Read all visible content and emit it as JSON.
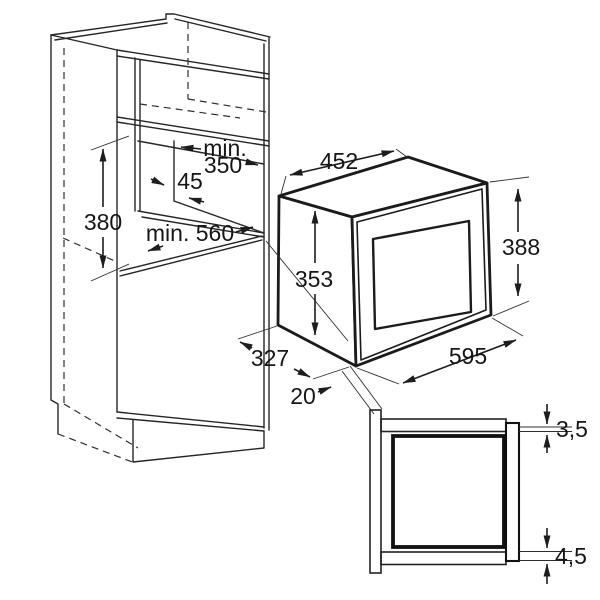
{
  "labels": {
    "niche_depth_min": "min.",
    "niche_depth_value": "350",
    "rear_gap": "45",
    "niche_height": "380",
    "niche_width": "min. 560",
    "body_width": "452",
    "body_height": "353",
    "frame_height": "388",
    "frame_width": "595",
    "body_depth": "327",
    "front_clearance": "20",
    "detail_top_gap": "3,5",
    "detail_bottom_gap": "4,5"
  },
  "colors": {
    "line": "#1d1d1d",
    "background": "#ffffff"
  }
}
